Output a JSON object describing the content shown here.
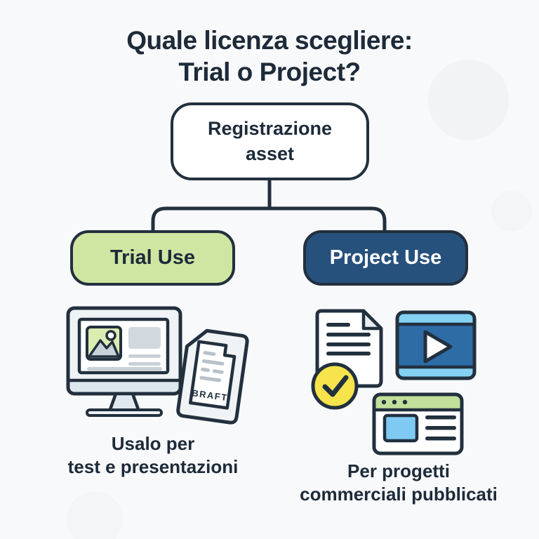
{
  "title": {
    "line1": "Quale licenza scegliere:",
    "line2": "Trial o Project?"
  },
  "flowchart": {
    "root": {
      "line1": "Registrazione",
      "line2": "asset"
    },
    "trial": {
      "label": "Trial Use",
      "fill": "#cfe6a3",
      "text_color": "#1d2a39",
      "caption": {
        "line1": "Usalo per",
        "line2": "test e presentazioni"
      },
      "draft_label": "BRAFT",
      "icons": [
        "monitor-icon",
        "draft-document-icon"
      ]
    },
    "project": {
      "label": "Project Use",
      "fill": "#27517d",
      "text_color": "#ffffff",
      "caption": {
        "line1": "Per progetti",
        "line2": "commerciali pubblicati"
      },
      "icons": [
        "approved-document-icon",
        "check-badge-icon",
        "video-player-icon",
        "browser-window-icon"
      ]
    }
  },
  "colors": {
    "background": "#f8f9fa",
    "ink": "#22303e",
    "title_text": "#1d2a39",
    "trial_green": "#cfe6a3",
    "project_navy": "#27517d",
    "check_yellow": "#f7e44c",
    "video_blue": "#2e6ca6",
    "light_blue": "#85d1f2",
    "browser_bar_green": "#c2e09b",
    "placeholder_blue": "#7ecaf3",
    "image_placeholder_green": "#dcedb2"
  }
}
